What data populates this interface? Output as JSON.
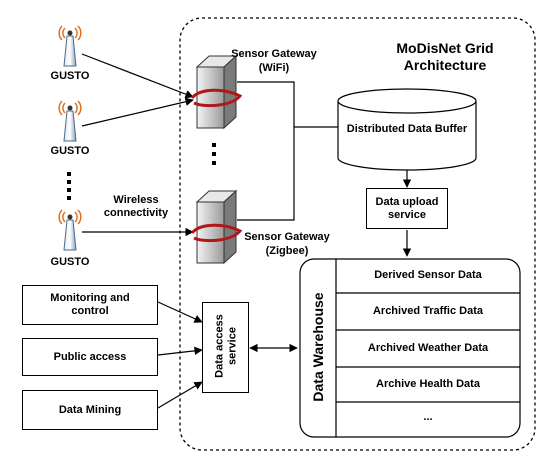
{
  "grid": {
    "title_line1": "MoDisNet Grid",
    "title_line2": "Architecture"
  },
  "devices": [
    {
      "label": "GUSTO"
    },
    {
      "label": "GUSTO"
    },
    {
      "label": "GUSTO"
    }
  ],
  "wireless_label": {
    "line1": "Wireless",
    "line2": "connectivity"
  },
  "gateway_wifi": {
    "line1": "Sensor Gateway",
    "line2": "(WiFi)"
  },
  "gateway_zigbee": {
    "line1": "Sensor Gateway",
    "line2": "(Zigbee)"
  },
  "buffer": {
    "label": "Distributed Data Buffer"
  },
  "upload": {
    "line1": "Data upload",
    "line2": "service"
  },
  "access": {
    "line1": "Data access",
    "line2": "service"
  },
  "clients": [
    {
      "line1": "Monitoring and",
      "line2": "control"
    },
    {
      "line1": "Public access",
      "line2": ""
    },
    {
      "line1": "Data Mining",
      "line2": ""
    }
  ],
  "warehouse": {
    "title": "Data Warehouse",
    "rows": [
      "Derived Sensor Data",
      "Archived Traffic Data",
      "Archived Weather Data",
      "Archive Health Data",
      "..."
    ]
  }
}
